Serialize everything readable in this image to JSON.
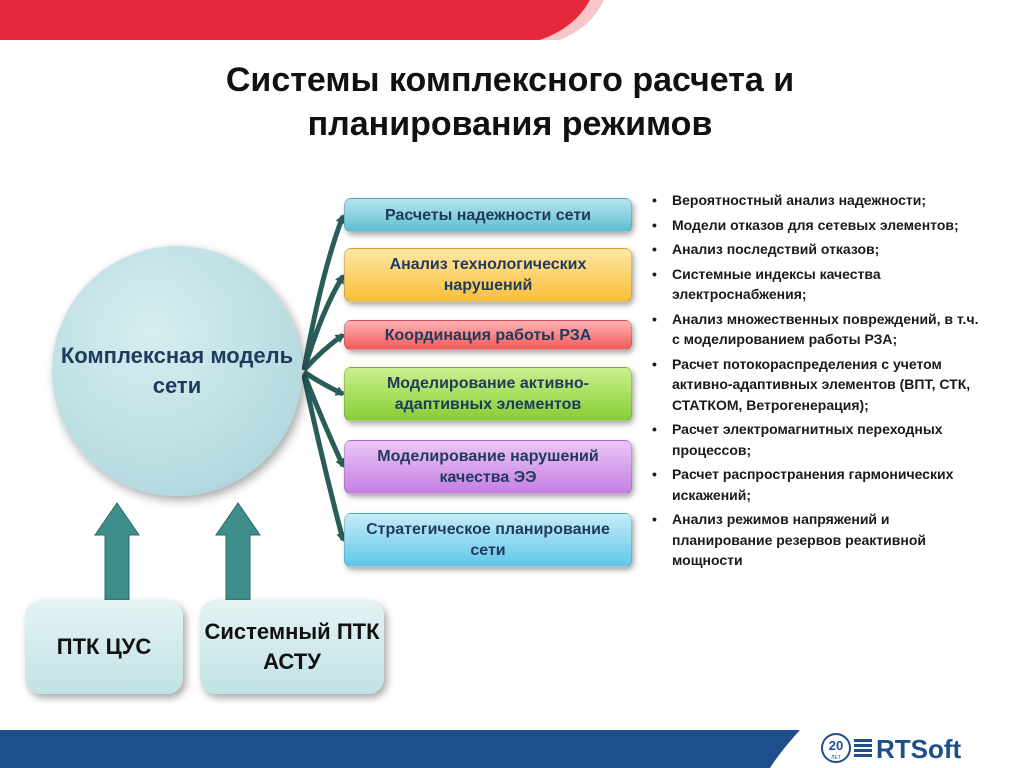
{
  "title": "Системы комплексного расчета и планирования режимов",
  "center_node": "Комплексная модель сети",
  "sources": [
    "ПТК ЦУС",
    "Системный ПТК АСТУ"
  ],
  "modules": [
    "Расчеты  надежности сети",
    "Анализ технологических нарушений",
    "Координация работы РЗА",
    "Моделирование активно-адаптивных элементов",
    "Моделирование нарушений качества ЭЭ",
    "Стратегическое планирование сети"
  ],
  "bullets": [
    "Вероятностный анализ надежности;",
    "Модели отказов для сетевых элементов;",
    "Анализ последствий отказов;",
    "Системные индексы качества электроснабжения;",
    "Анализ множественных повреждений, в т.ч. с моделированием работы РЗА;",
    "Расчет потокораспределения с учетом активно-адаптивных элементов (ВПТ, СТК, СТАТКОМ, Ветрогенерация);",
    "Расчет электромагнитных переходных процессов;",
    "Расчет распространения гармонических искажений;",
    "Анализ режимов напряжений и планирование резервов реактивной мощности"
  ],
  "logo": {
    "number": "20",
    "sub": "ЛЕТ",
    "brand": "RTSoft"
  },
  "colors": {
    "top_band": "#e5283b",
    "bottom_band": "#1c4f8c",
    "arrow": "#2a5d5a",
    "up_arrow": "#3e8f8c"
  }
}
